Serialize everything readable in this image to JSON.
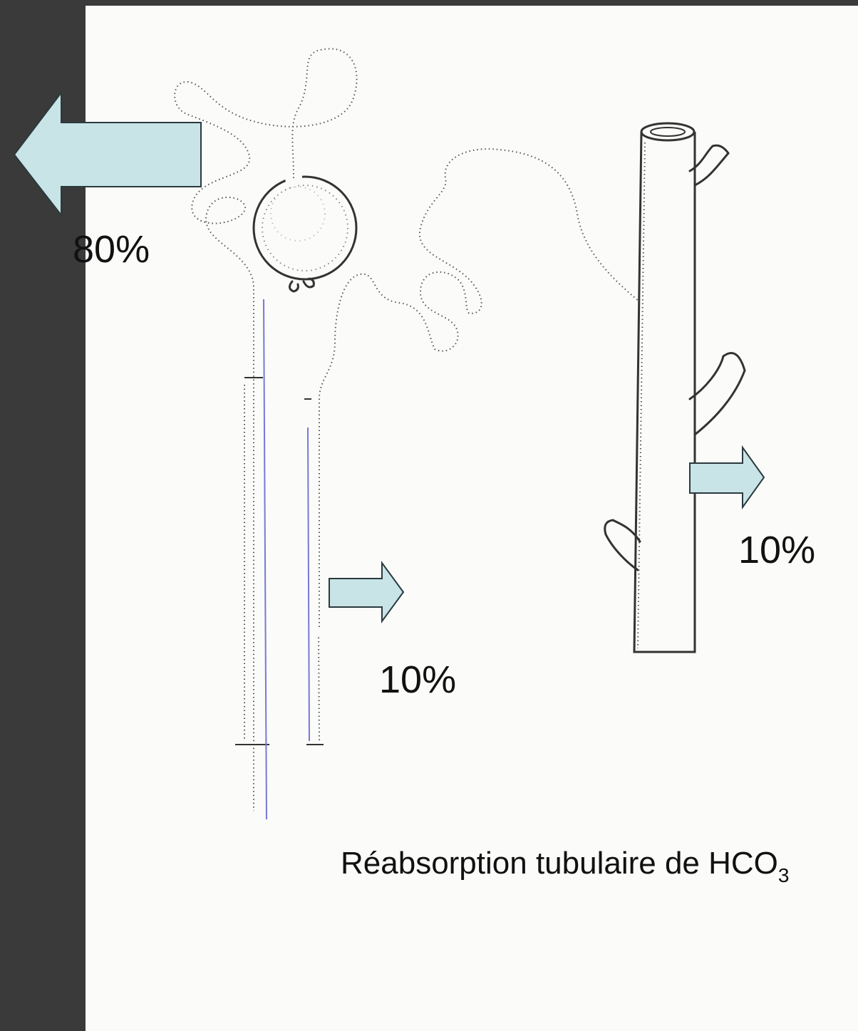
{
  "labels": {
    "proximal_percent": "80%",
    "loop_percent": "10%",
    "collecting_percent": "10%"
  },
  "caption": {
    "text": "Réabsorption tubulaire de HCO",
    "subscript": "3"
  },
  "colors": {
    "arrow_fill": "#c8e4e6",
    "arrow_stroke": "#2a3a3e",
    "slide_background": "#fbfbf9",
    "frame": "#3a3a3a"
  }
}
